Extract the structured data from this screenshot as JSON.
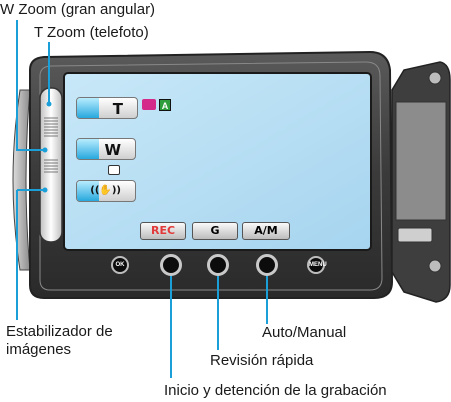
{
  "labels": {
    "w_zoom": "W Zoom (gran angular)",
    "t_zoom": "T Zoom (telefoto)",
    "stabilizer_line1": "Estabilizador de",
    "stabilizer_line2": "imágenes",
    "auto_manual": "Auto/Manual",
    "quick_review": "Revisión rápida",
    "start_stop": "Inicio y detención de la grabación"
  },
  "screen_buttons": {
    "t": "T",
    "w": "W"
  },
  "bottom_buttons": {
    "rec": "REC",
    "review": "G",
    "auto_manual": "A/M"
  },
  "round_buttons": {
    "ok": "OK",
    "menu": "MENU"
  },
  "status_icons": {
    "mode": "A"
  },
  "colors": {
    "accent_blue": "#27a8dd",
    "rec_red": "#e23a3a",
    "video_icon": "#d42b8a",
    "auto_green": "#2e9e3a"
  }
}
